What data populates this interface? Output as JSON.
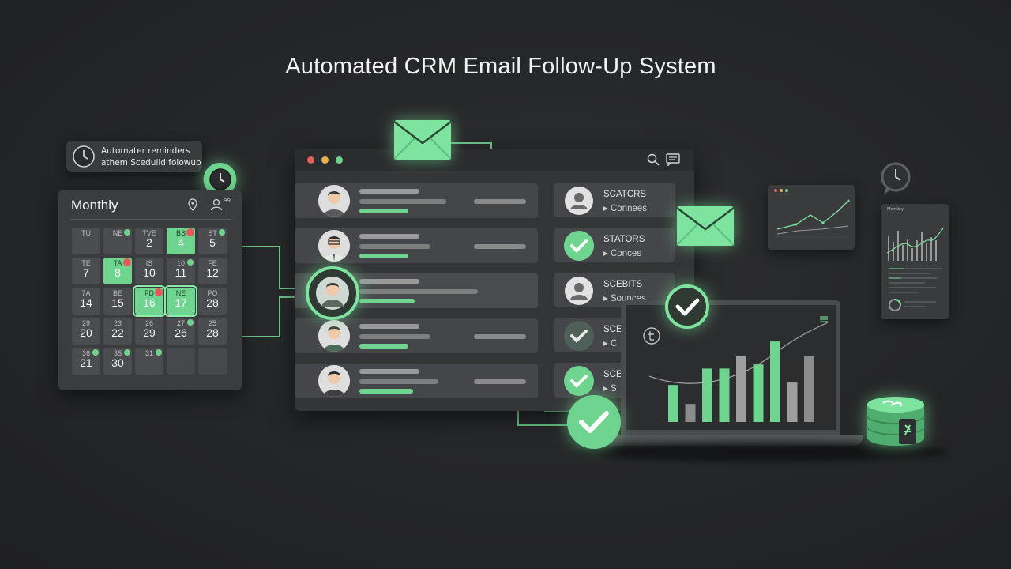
{
  "title": "Automated CRM Email Follow-Up System",
  "colors": {
    "accent": "#6fd48f",
    "background": "#262729",
    "panel": "#3b3c3e",
    "alert": "#e45a5a"
  },
  "reminder": {
    "line1": "Automater reminders",
    "line2": "athem Scedulld folowup",
    "icon": "clock-icon"
  },
  "calendar": {
    "title": "Monthly",
    "header_icons": [
      "location-pin-icon",
      "user-icon"
    ],
    "header_badge": "99",
    "cells": [
      {
        "d": "TU",
        "n": ""
      },
      {
        "d": "NE",
        "n": ""
      },
      {
        "d": "TVE",
        "n": "2"
      },
      {
        "d": "BS",
        "n": "4"
      },
      {
        "d": "ST",
        "n": "5"
      },
      {
        "d": "TE",
        "n": "7"
      },
      {
        "d": "TA",
        "n": "8"
      },
      {
        "d": "IS",
        "n": "10"
      },
      {
        "d": "10",
        "n": "11"
      },
      {
        "d": "FE",
        "n": "12"
      },
      {
        "d": "7A",
        "n": "14"
      },
      {
        "d": "BE",
        "n": "15"
      },
      {
        "d": "FD",
        "n": "16"
      },
      {
        "d": "NE",
        "n": "17"
      },
      {
        "d": "PO",
        "n": "28"
      },
      {
        "d": "29",
        "n": "20"
      },
      {
        "d": "23",
        "n": "22"
      },
      {
        "d": "26",
        "n": "29"
      },
      {
        "d": "27",
        "n": "26"
      },
      {
        "d": "25",
        "n": "28"
      },
      {
        "d": "36",
        "n": "21"
      },
      {
        "d": "35",
        "n": "30"
      },
      {
        "d": "31",
        "n": ""
      },
      {
        "d": "",
        "n": ""
      },
      {
        "d": "",
        "n": ""
      }
    ]
  },
  "statuses": [
    {
      "t1": "SCATCRS",
      "t2": "Connees",
      "icon": "user-icon"
    },
    {
      "t1": "STATORS",
      "t2": "Conces",
      "icon": "check-icon"
    },
    {
      "t1": "SCEBITS",
      "t2": "Sounces",
      "icon": "user-icon"
    },
    {
      "t1": "SCE",
      "t2": "C",
      "icon": "check-icon"
    },
    {
      "t1": "SCE",
      "t2": "S",
      "icon": "check-icon"
    }
  ],
  "laptop_chart": {
    "values": [
      45,
      22,
      65,
      65,
      80,
      70,
      98,
      48,
      80
    ],
    "colors": [
      "#6fd48f",
      "#8c8c8c",
      "#6fd48f",
      "#6fd48f",
      "#9e9e9e",
      "#6fd48f",
      "#6fd48f",
      "#9e9e9e",
      "#8c8c8c"
    ]
  },
  "small_card_title": "Mcrnitsy",
  "icons": [
    "envelope-icon",
    "search-icon",
    "chat-icon",
    "menu-icon",
    "coin-stack-icon",
    "clock-icon"
  ]
}
